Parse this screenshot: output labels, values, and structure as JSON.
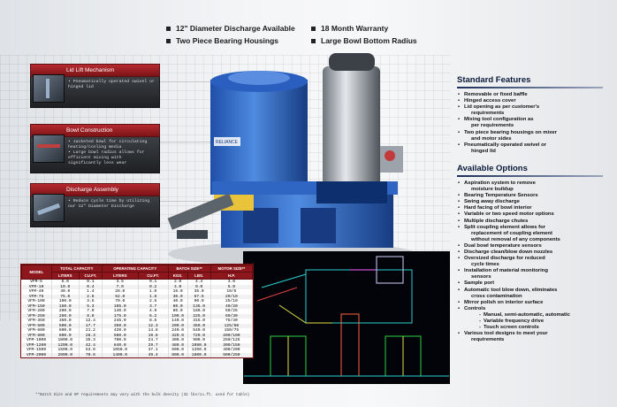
{
  "header": {
    "items": [
      "12\" Diameter Discharge Available",
      "18 Month Warranty",
      "Two Piece Bearing Housings",
      "Large Bowl Bottom Radius"
    ]
  },
  "callouts": [
    {
      "title": "Lid Lift Mechanism",
      "body": [
        "• Pneumatically operated swivel or",
        "  hinged lid"
      ]
    },
    {
      "title": "Bowl Construction",
      "body": [
        "• Jacketed bowl for circulating",
        "  heating/cooling media",
        "• Large bowl radius allows for",
        "  efficient mixing with",
        "  significantly less wear"
      ]
    },
    {
      "title": "Discharge Assembly",
      "body": [
        "• Reduce cycle time by utilizing",
        "  our 12\" Diameter Discharge"
      ]
    }
  ],
  "machine": {
    "brand": "RELIANCE"
  },
  "standard_features": {
    "title": "Standard Features",
    "items": [
      {
        "t": "Removable or fixed baffle",
        "sub": false
      },
      {
        "t": "Hinged access cover",
        "sub": false
      },
      {
        "t": "Lid opening as per customer's",
        "sub": false
      },
      {
        "t": "requirements",
        "sub": "cont"
      },
      {
        "t": "Mixing tool configuration as",
        "sub": false
      },
      {
        "t": "per requirements",
        "sub": "cont"
      },
      {
        "t": "Two piece bearing housings on mixer",
        "sub": false
      },
      {
        "t": "and motor sides",
        "sub": "cont"
      },
      {
        "t": "Pneumatically operated swivel or",
        "sub": false
      },
      {
        "t": "hinged lid",
        "sub": "cont"
      }
    ]
  },
  "available_options": {
    "title": "Available Options",
    "items": [
      {
        "t": "Aspiration system to remove",
        "sub": false
      },
      {
        "t": "moisture buildup",
        "sub": "cont"
      },
      {
        "t": "Bearing Temperature Sensors",
        "sub": false
      },
      {
        "t": "Swing away discharge",
        "sub": false
      },
      {
        "t": "Hard facing of bowl interior",
        "sub": false
      },
      {
        "t": "Variable or two speed motor options",
        "sub": false
      },
      {
        "t": "Multiple discharge chutes",
        "sub": false
      },
      {
        "t": "Split coupling element allows for",
        "sub": false
      },
      {
        "t": "replacement of coupling element",
        "sub": "cont"
      },
      {
        "t": "without removal of any components",
        "sub": "cont"
      },
      {
        "t": "Dual bowl temperature sensors",
        "sub": false
      },
      {
        "t": "Discharge clean/blow down nozzles",
        "sub": false
      },
      {
        "t": "Oversized discharge for reduced",
        "sub": false
      },
      {
        "t": "cycle times",
        "sub": "cont"
      },
      {
        "t": "Installation of material monitoring",
        "sub": false
      },
      {
        "t": "sensors",
        "sub": "cont"
      },
      {
        "t": "Sample port",
        "sub": false
      },
      {
        "t": "Automatic tool blow down, eliminates",
        "sub": false
      },
      {
        "t": "cross contamination",
        "sub": "cont"
      },
      {
        "t": "Mirror polish on interior surface",
        "sub": false
      },
      {
        "t": "Controls",
        "sub": false
      },
      {
        "t": "Manual, semi-automatic, automatic",
        "sub": true
      },
      {
        "t": "Variable frequency drive",
        "sub": true
      },
      {
        "t": "Touch screen controls",
        "sub": true
      },
      {
        "t": "Various tool designs to meet your",
        "sub": false
      },
      {
        "t": "requirements",
        "sub": "cont"
      }
    ]
  },
  "table": {
    "group_headers": [
      "MODEL",
      "TOTAL CAPACITY",
      "OPERATING CAPACITY",
      "BATCH SIZE**",
      "MOTOR SIZE**"
    ],
    "sub_headers": [
      "",
      "LITERS",
      "CU.FT.",
      "LITERS",
      "CU.FT.",
      "KGS.",
      "LBS.",
      "H.P."
    ],
    "rows": [
      [
        "VFM-5",
        "5.0",
        "0.1",
        "3.5",
        "0.1",
        "2.0",
        "4.4",
        "3.0"
      ],
      [
        "VFM-10",
        "10.0",
        "0.4",
        "7.0",
        "0.2",
        "4.0",
        "9.0",
        "5.0"
      ],
      [
        "VFM-40",
        "40.0",
        "1.4",
        "28.0",
        "1.0",
        "16.0",
        "35.0",
        "10/5"
      ],
      [
        "VFM-75",
        "75.0",
        "2.6",
        "52.0",
        "1.8",
        "30.0",
        "67.5",
        "20/10"
      ],
      [
        "VFM-100",
        "100.0",
        "3.5",
        "70.0",
        "2.5",
        "40.0",
        "90.0",
        "25/10"
      ],
      [
        "VFM-150",
        "150.0",
        "5.3",
        "105.0",
        "3.7",
        "60.0",
        "135.0",
        "40/20"
      ],
      [
        "VFM-200",
        "200.0",
        "7.0",
        "140.0",
        "4.9",
        "80.0",
        "180.0",
        "50/25"
      ],
      [
        "VFM-250",
        "250.0",
        "8.8",
        "175.0",
        "6.2",
        "100.0",
        "225.0",
        "60/30"
      ],
      [
        "VFM-350",
        "350.0",
        "12.4",
        "245.0",
        "8.6",
        "140.0",
        "315.0",
        "75/40"
      ],
      [
        "VFM-500",
        "500.0",
        "17.7",
        "350.0",
        "12.3",
        "200.0",
        "450.0",
        "125/60"
      ],
      [
        "VFM-600",
        "600.0",
        "21.2",
        "420.0",
        "14.8",
        "240.0",
        "540.0",
        "150/75"
      ],
      [
        "VFM-800",
        "800.0",
        "28.3",
        "560.0",
        "19.8",
        "320.0",
        "720.0",
        "200/100"
      ],
      [
        "VFM-1000",
        "1000.0",
        "35.3",
        "700.0",
        "24.7",
        "400.0",
        "900.0",
        "250/125"
      ],
      [
        "VFM-1200",
        "1200.0",
        "42.4",
        "840.0",
        "29.7",
        "480.0",
        "1080.0",
        "300/150"
      ],
      [
        "VFM-1500",
        "1500.0",
        "53.0",
        "1050.0",
        "37.1",
        "600.0",
        "1350.0",
        "400/200"
      ],
      [
        "VFM-2000",
        "2000.0",
        "70.6",
        "1400.0",
        "49.4",
        "800.0",
        "1800.0",
        "500/250"
      ]
    ],
    "note": "**Batch Size and HP requirements may vary with the bulk density (32 lbs/cu.ft. used for table)"
  }
}
